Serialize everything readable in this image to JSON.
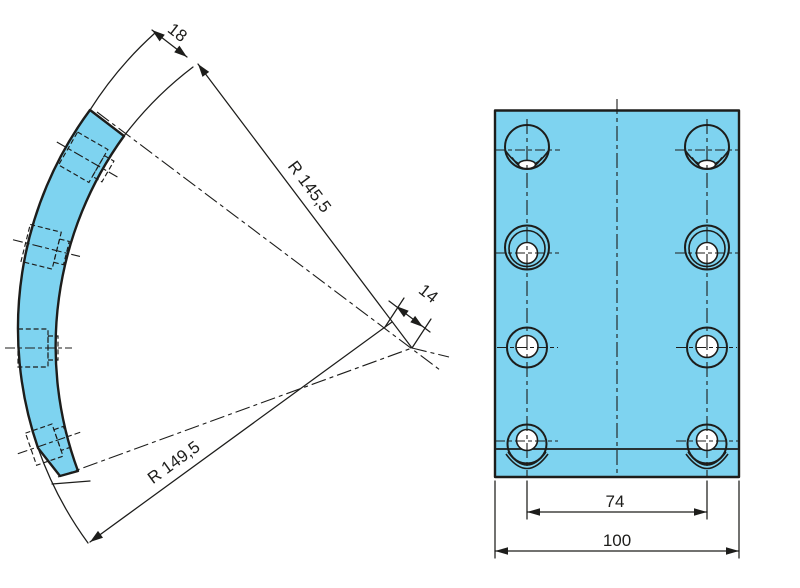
{
  "drawing": {
    "side_view": {
      "label": "brake-lining-side-profile",
      "dimensions": {
        "end_thickness": "18",
        "inner_radius": "R 145,5",
        "outer_radius": "R 149,5",
        "center_offset": "14"
      }
    },
    "front_view": {
      "label": "brake-lining-face-view",
      "dimensions": {
        "hole_spacing": "74",
        "overall_width": "100"
      }
    },
    "colors": {
      "part_fill": "#7ed3f0",
      "line": "#1d1d1b",
      "background": "#ffffff"
    }
  }
}
